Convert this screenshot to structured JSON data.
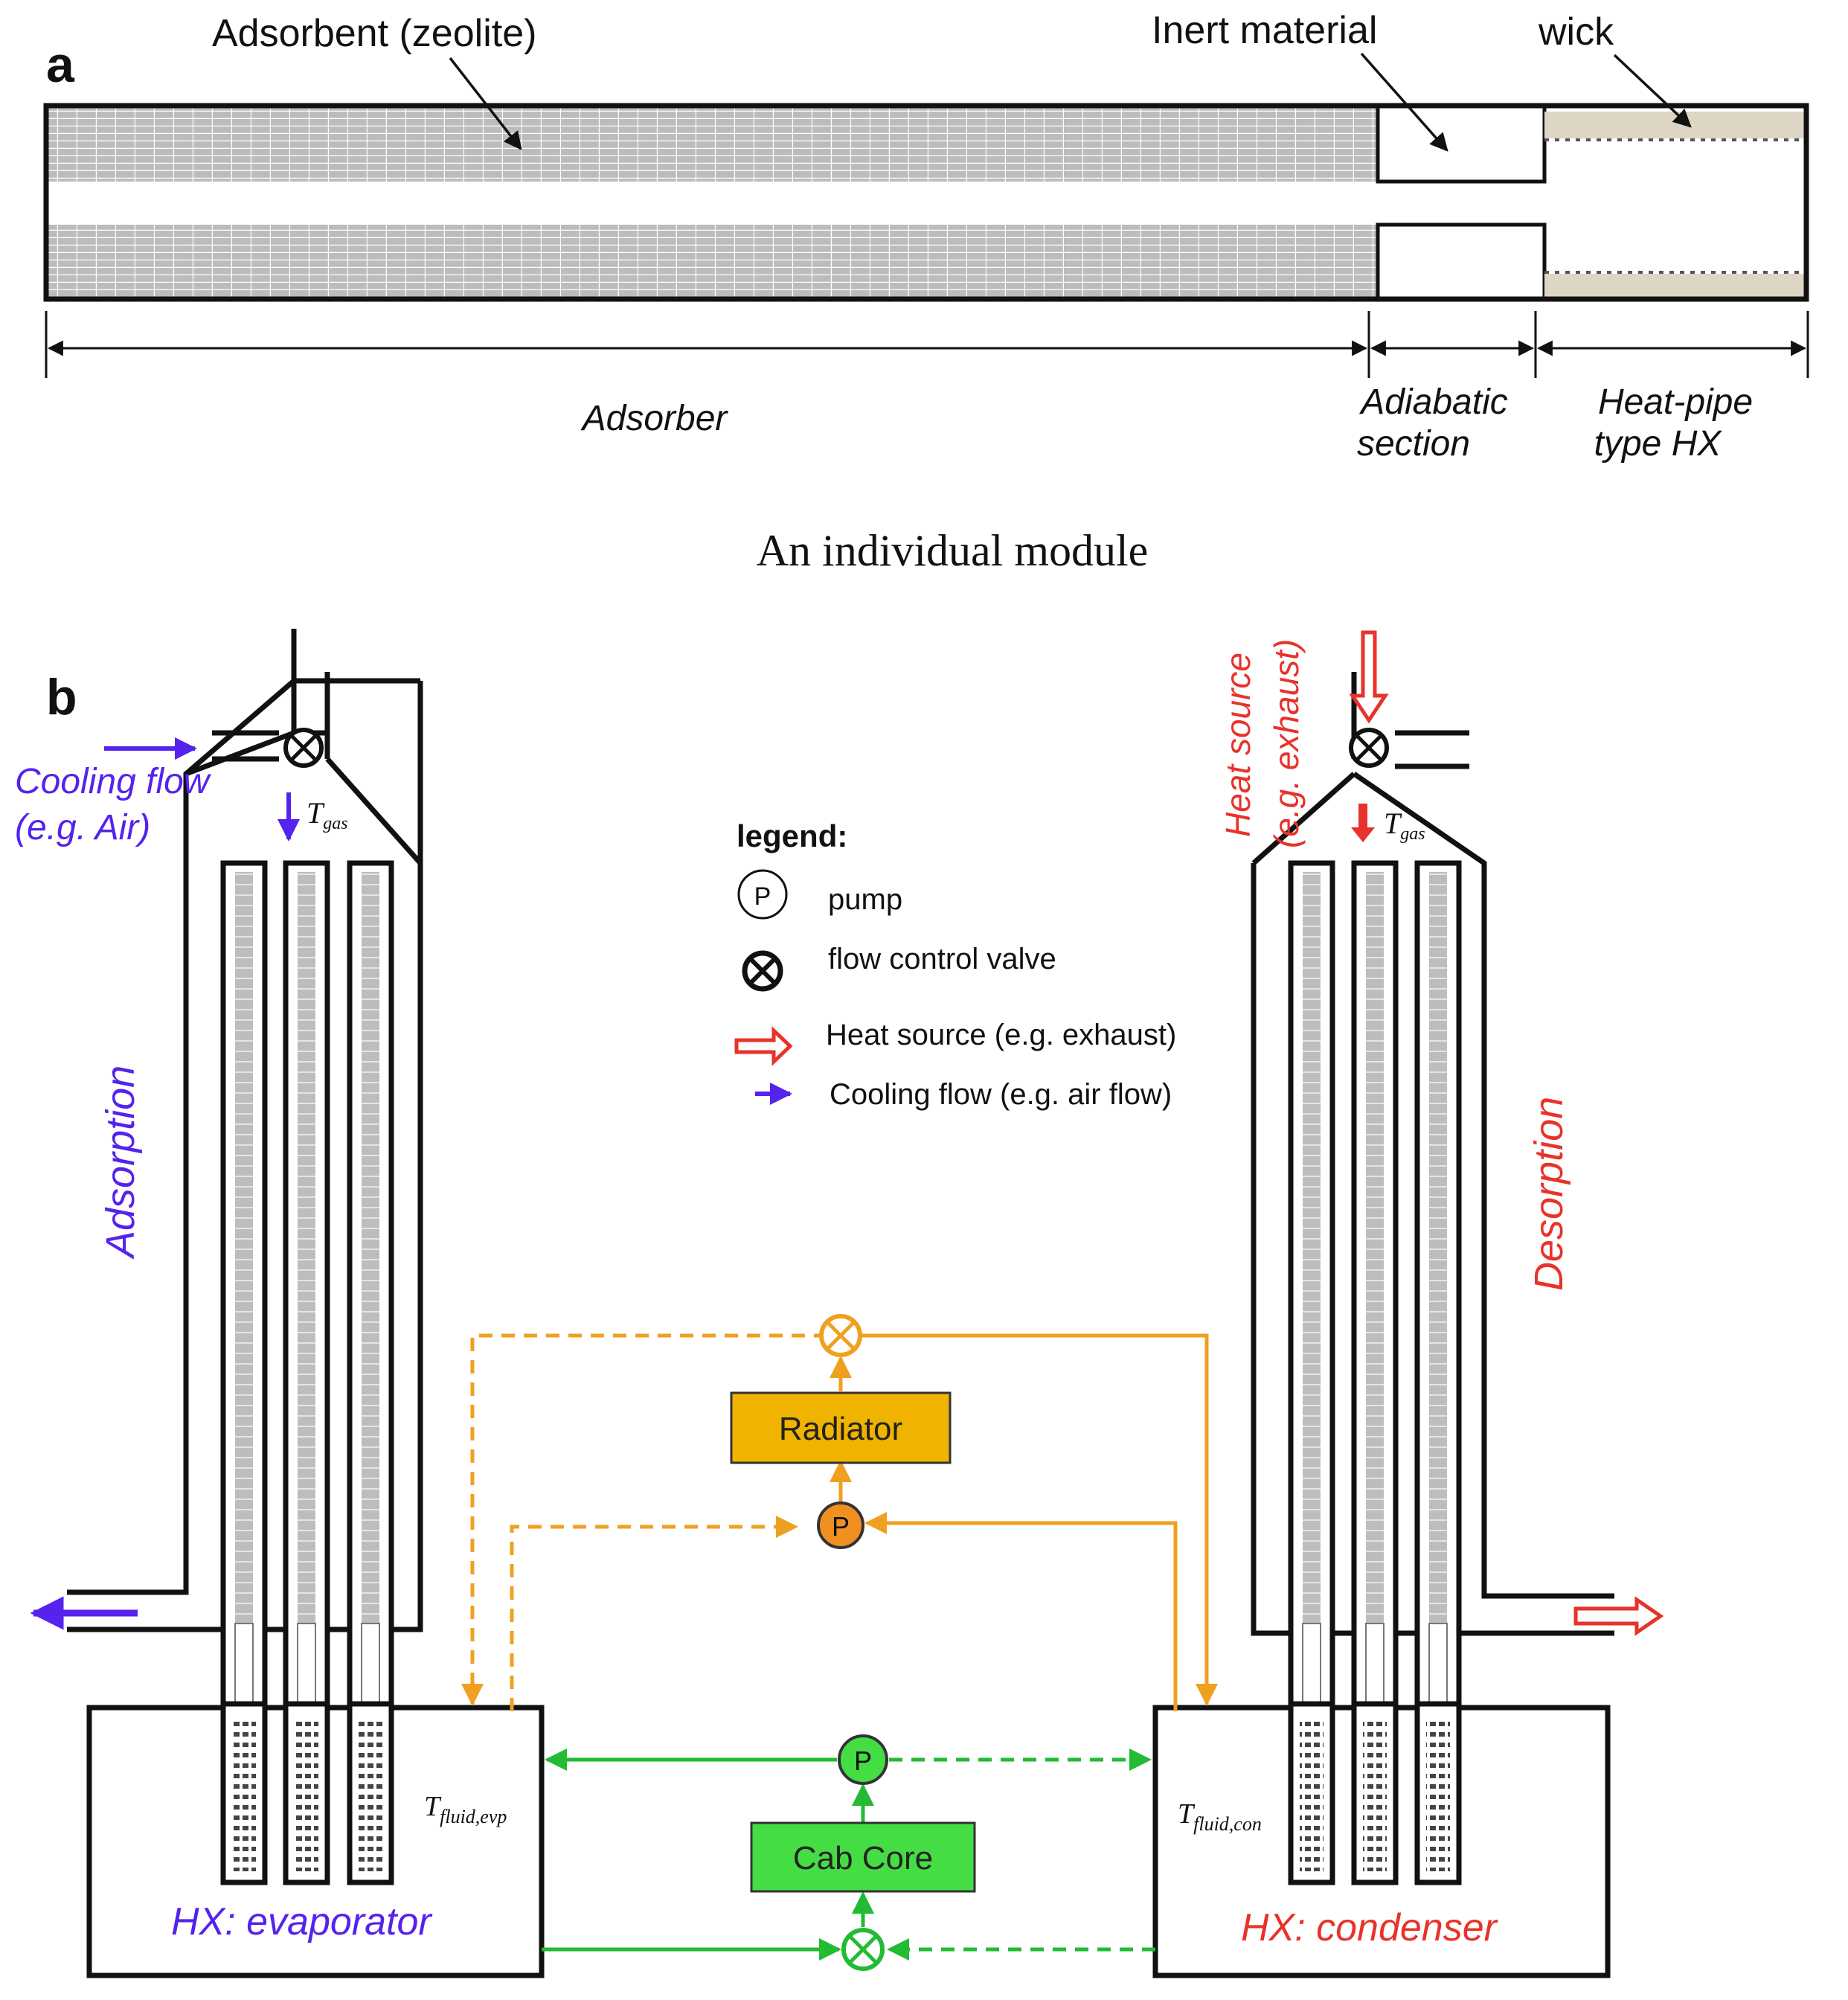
{
  "panel_a": {
    "label": "a",
    "callouts": {
      "adsorbent": "Adsorbent (zeolite)",
      "inert": "Inert material",
      "wick": "wick"
    },
    "sections": {
      "adsorber": "Adsorber",
      "adiabatic_line1": "Adiabatic",
      "adiabatic_line2": "section",
      "heatpipe_line1": "Heat-pipe",
      "heatpipe_line2": "type HX"
    },
    "caption": "An individual module"
  },
  "panel_b": {
    "label": "b",
    "cooling_flow_line1": "Cooling flow",
    "cooling_flow_line2": "(e.g. Air)",
    "heat_source_line1": "Heat source",
    "heat_source_line2": "(e.g. exhaust)",
    "t_gas": "T",
    "t_gas_sub": "gas",
    "adsorption": "Adsorption",
    "desorption": "Desorption",
    "radiator": "Radiator",
    "cab_core": "Cab Core",
    "pump_symbol": "P",
    "hx_evaporator": "HX: evaporator",
    "hx_condenser": "HX: condenser",
    "t_fluid_evp": "T",
    "t_fluid_evp_sub": "fluid,evp",
    "t_fluid_con": "T",
    "t_fluid_con_sub": "fluid,con",
    "legend": {
      "title": "legend:",
      "pump": "pump",
      "valve": "flow control valve",
      "heat": "Heat source (e.g. exhaust)",
      "cooling": "Cooling flow (e.g. air flow)"
    }
  },
  "colors": {
    "blue": "#5522ee",
    "red": "#e8322a",
    "orange": "#f0a020",
    "radiator_fill": "#f0b400",
    "green": "#22bb33",
    "cab_fill": "#44dd44",
    "zeolite": "#b8b8b8",
    "wick": "#ddd6c4"
  }
}
